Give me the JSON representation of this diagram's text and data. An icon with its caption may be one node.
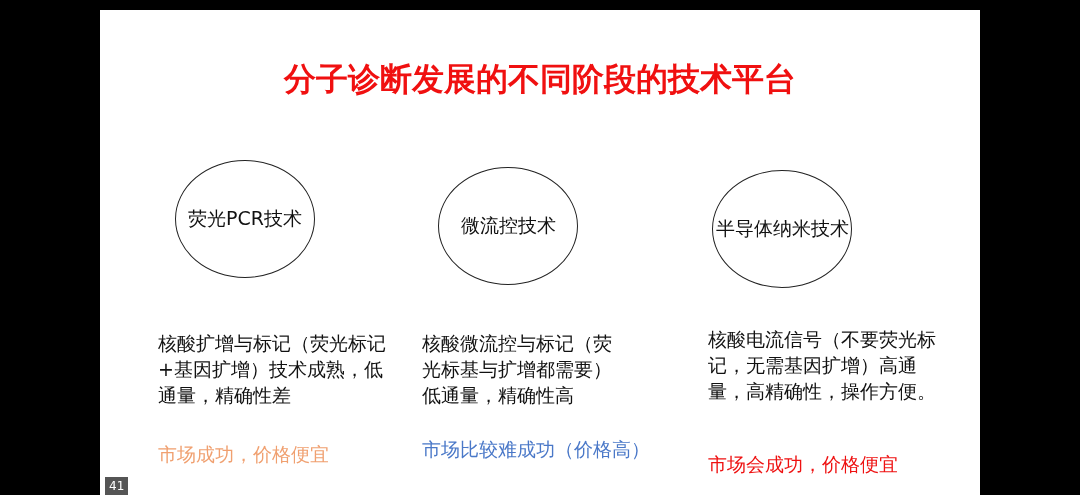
{
  "diagram": {
    "title": "分子诊断发展的不同阶段的技术平台",
    "nodes": [
      {
        "text": [
          "荧光PCR技术"
        ],
        "beside": [
          "核酸扩增与标记（荧光标记+基因扩增）技术成熟，低通量，精确性差",
          "市场成功，价格便宜"
        ]
      },
      {
        "text": [
          "微流控技术"
        ],
        "beside": [
          "核酸微流控与标记（荧光标基与扩增都需要）低通量，精确性高",
          "市场比较难成功（价格高）"
        ]
      },
      {
        "text": [
          "半导体纳米技术"
        ],
        "beside": [
          "核酸电流信号（不要荧光标记，无需基因扩增）高通量，高精确性，操作方便。",
          "市场会成功，价格便宜"
        ]
      }
    ],
    "labels": [
      "41"
    ]
  }
}
